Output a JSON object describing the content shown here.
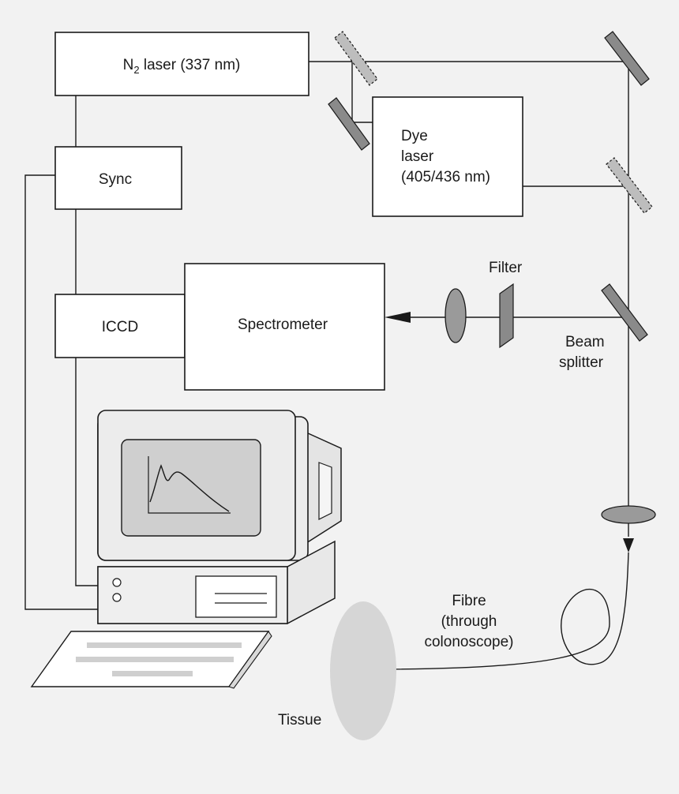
{
  "labels": {
    "n2_laser_prefix": "N",
    "n2_laser_subscript": "2",
    "n2_laser_suffix": " laser (337 nm)",
    "sync": "Sync",
    "dye_laser_line1": "Dye",
    "dye_laser_line2": "laser",
    "dye_laser_line3": "(405/436 nm)",
    "iccd": "ICCD",
    "spectrometer": "Spectrometer",
    "filter": "Filter",
    "beam_splitter_line1": "Beam",
    "beam_splitter_line2": "splitter",
    "fibre_line1": "Fibre",
    "fibre_line2": "(through",
    "fibre_line3": "colonoscope)",
    "tissue": "Tissue"
  },
  "colors": {
    "background": "#f2f2f2",
    "line": "#1a1a1a",
    "mirror_fill": "#8a8a8a",
    "tissue_fill": "#d6d6d6",
    "computer_body": "#ececec"
  },
  "icons": {
    "computer": "desktop-computer-icon",
    "keyboard": "keyboard-icon",
    "spectrum": "spectrum-curve-icon"
  }
}
